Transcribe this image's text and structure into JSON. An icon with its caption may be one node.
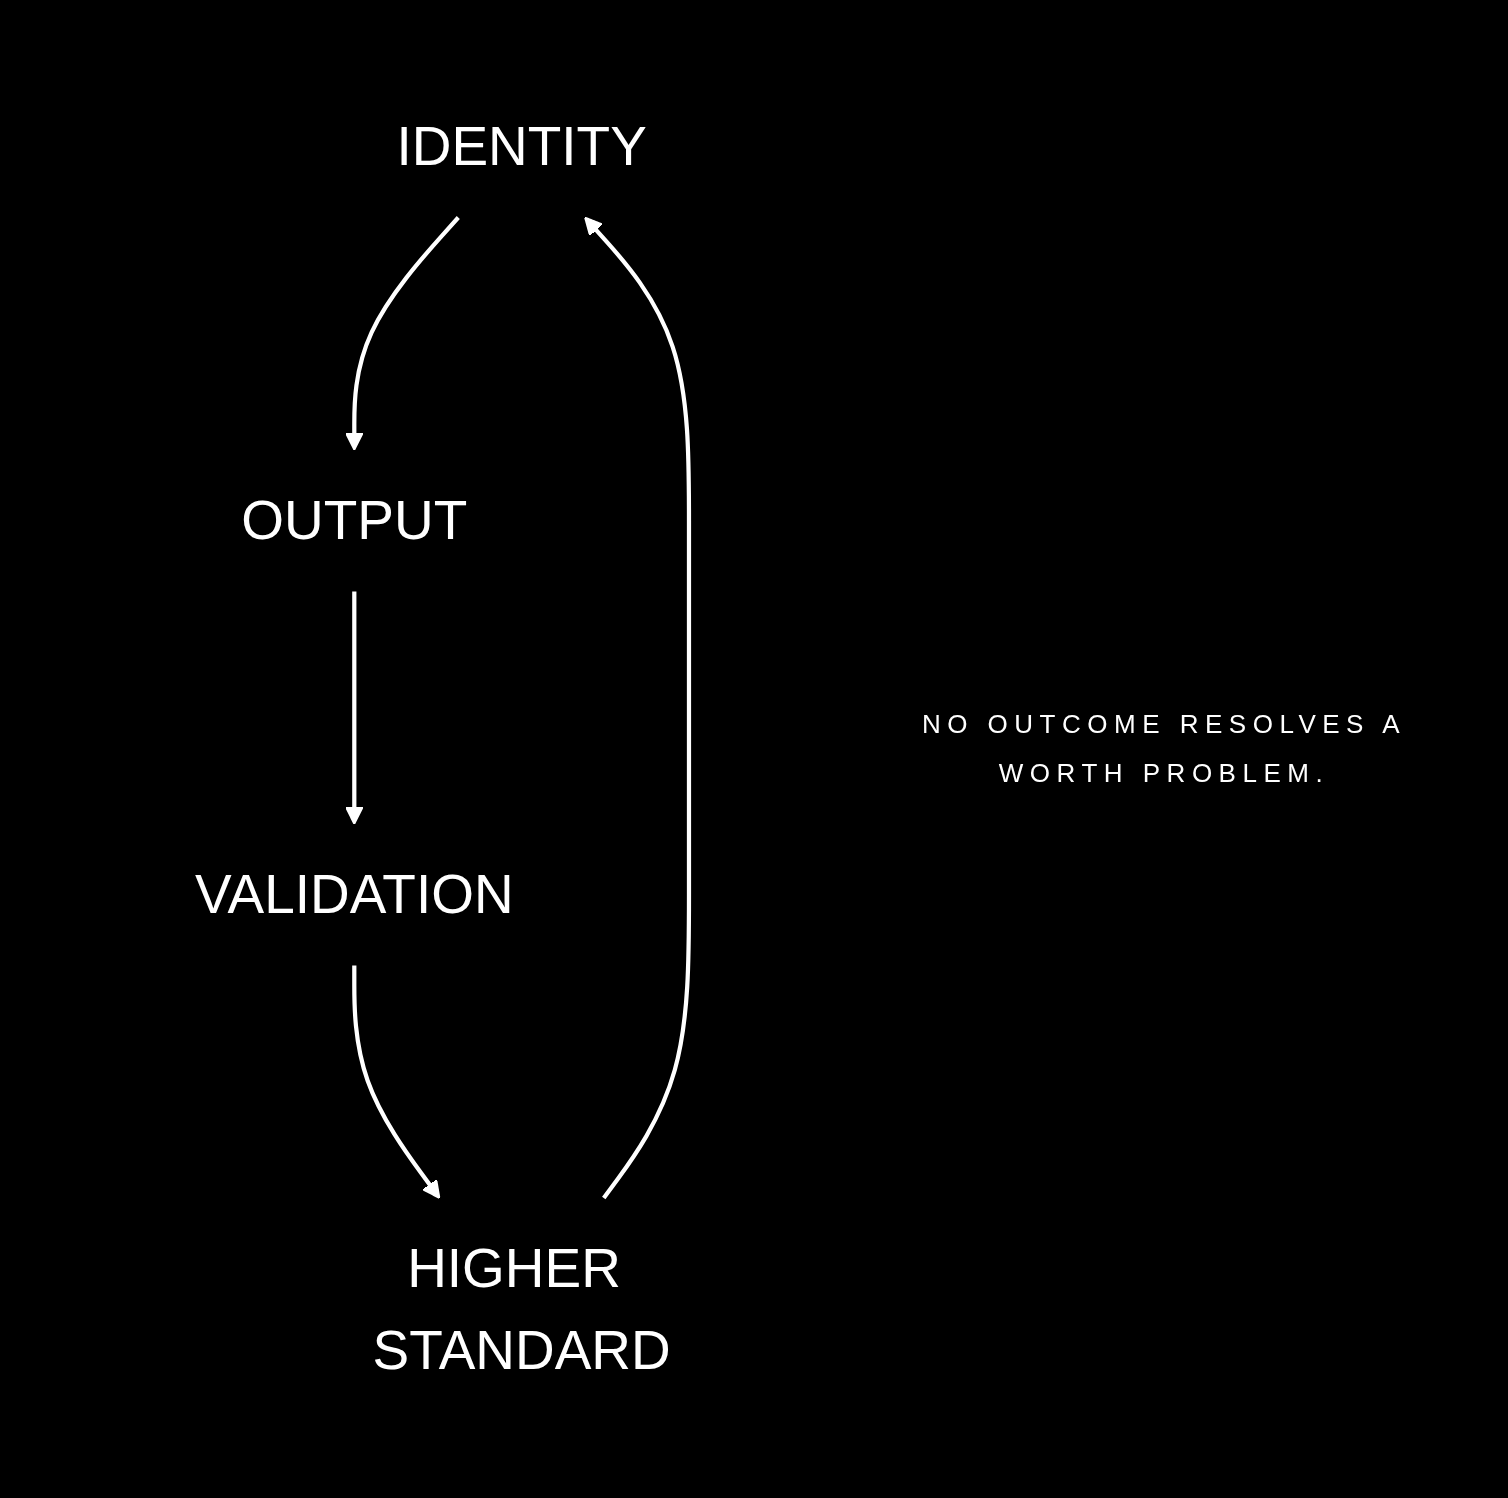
{
  "diagram": {
    "nodes": [
      {
        "text": [
          "IDENTITY"
        ]
      },
      {
        "text": [
          "OUTPUT"
        ]
      },
      {
        "text": [
          "VALIDATION"
        ]
      },
      {
        "text": [
          "HIGHER STANDARD"
        ]
      }
    ],
    "edges": [
      {
        "from": 0,
        "to": 1,
        "arrow": "to"
      },
      {
        "from": 1,
        "to": 2,
        "arrow": "to"
      },
      {
        "from": 2,
        "to": 3,
        "arrow": "to"
      },
      {
        "from": 3,
        "to": 0,
        "arrow": "to"
      }
    ],
    "labels": [
      "NO OUTCOME RESOLVES A WORTH PROBLEM."
    ]
  }
}
